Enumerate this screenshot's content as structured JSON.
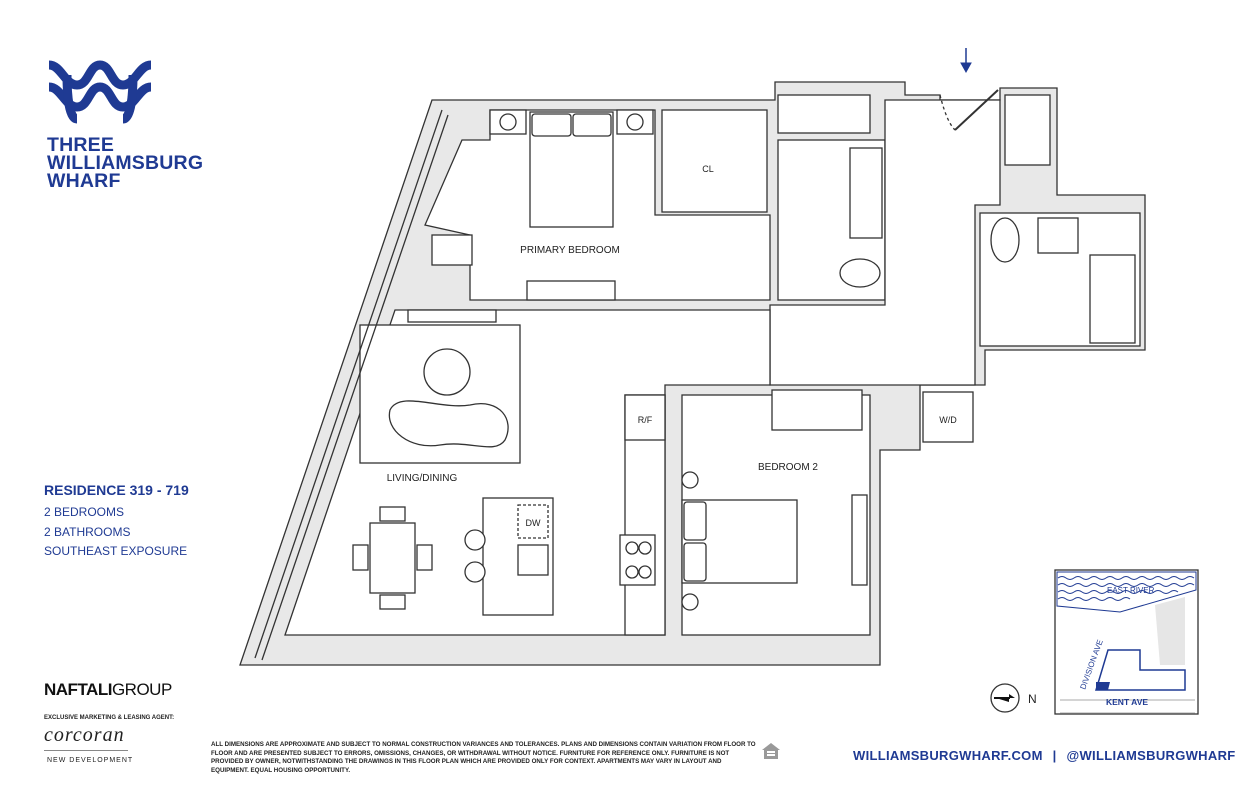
{
  "brand": {
    "logo_lines": [
      "THREE",
      "WILLIAMSBURG",
      "WHARF"
    ],
    "color": "#1f3a93"
  },
  "residence": {
    "title": "RESIDENCE 319 - 719",
    "details": [
      "2 BEDROOMS",
      "2 BATHROOMS",
      "SOUTHEAST EXPOSURE"
    ]
  },
  "floorplan": {
    "rooms": {
      "primary_bedroom": "PRIMARY BEDROOM",
      "closet": "CL",
      "living_dining": "LIVING/DINING",
      "bedroom2": "BEDROOM 2",
      "refrigerator": "R/F",
      "dishwasher": "DW",
      "washer_dryer": "W/D"
    },
    "wall_color": "#e8e8e8"
  },
  "keymap": {
    "river": "EAST RIVER",
    "street1": "DIVISION AVE",
    "street2": "KENT AVE"
  },
  "compass": {
    "label": "N"
  },
  "developer": {
    "bold": "NAFTALI",
    "light": "GROUP"
  },
  "agent": {
    "label": "EXCLUSIVE MARKETING & LEASING AGENT:",
    "name": "corcoran",
    "sub": "NEW DEVELOPMENT"
  },
  "disclaimer": "ALL DIMENSIONS ARE APPROXIMATE AND SUBJECT TO NORMAL CONSTRUCTION VARIANCES AND TOLERANCES. PLANS AND DIMENSIONS CONTAIN VARIATION FROM FLOOR TO FLOOR AND ARE PRESENTED SUBJECT TO ERRORS, OMISSIONS, CHANGES, OR WITHDRAWAL WITHOUT NOTICE. FURNITURE FOR REFERENCE ONLY. FURNITURE IS NOT PROVIDED BY OWNER, NOTWITHSTANDING THE DRAWINGS IN THIS FLOOR PLAN WHICH ARE PROVIDED ONLY FOR CONTEXT. APARTMENTS MAY VARY IN LAYOUT AND EQUIPMENT. EQUAL HOUSING OPPORTUNITY.",
  "footer": {
    "website": "WILLIAMSBURGWHARF.COM",
    "separator": "|",
    "handle": "@WILLIAMSBURGWHARF"
  }
}
